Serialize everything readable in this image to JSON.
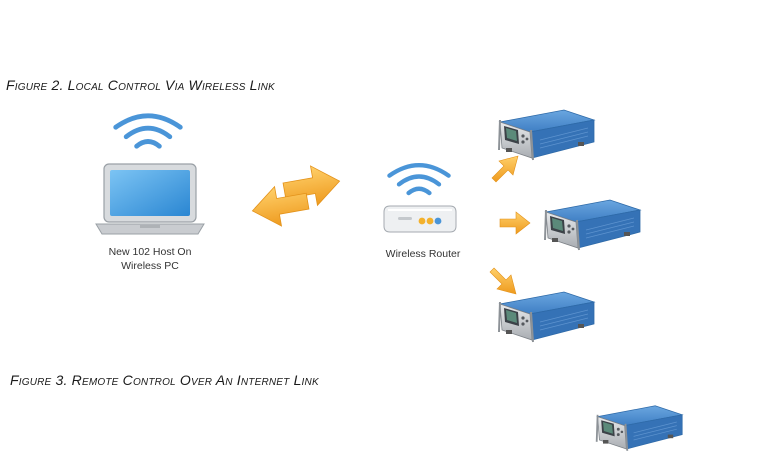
{
  "figure2": {
    "title": "Figure 2. Local Control Via Wireless Link",
    "laptop_caption_line1": "New 102 Host On",
    "laptop_caption_line2": "Wireless PC",
    "router_caption": "Wireless Router"
  },
  "figure3": {
    "title": "Figure 3. Remote Control Over An Internet Link"
  },
  "colors": {
    "signal": "#3f8fd6",
    "arrow": "#f3a928",
    "instrument": "#3f7fc4",
    "screen": "#3a9ae0"
  },
  "icons": [
    "wifi-signal-icon",
    "laptop-icon",
    "bidirectional-arrow-icon",
    "router-icon",
    "instrument-icon",
    "arrow-icon"
  ]
}
